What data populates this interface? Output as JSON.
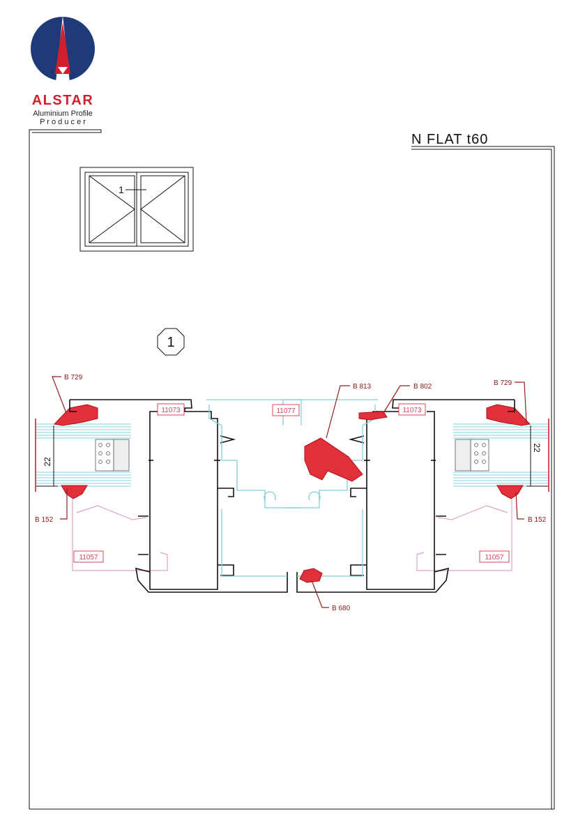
{
  "logo": {
    "brand": "ALSTAR",
    "tagline_1": "Aluminium Profile",
    "tagline_2": "P r o d u c e r",
    "colors": {
      "blue": "#1f3a78",
      "red": "#d21f2d"
    }
  },
  "title": "N FLAT t60",
  "elevation": {
    "section_ref": "1"
  },
  "section_marker": "1",
  "section": {
    "profile_codes": {
      "frame_left": "11073",
      "sash_center": "11077",
      "frame_right": "11073",
      "bead_left": "11057",
      "bead_right": "11057"
    },
    "gaskets": {
      "top_left": "B 729",
      "bottom_left": "B 152",
      "center_upper": "B 813",
      "center_top": "B 802",
      "top_right": "B 729",
      "bottom_right": "B 152",
      "center_bottom": "B 680"
    },
    "glass_dimension_left": "22",
    "glass_dimension_right": "22"
  },
  "colors": {
    "profile": "#111111",
    "sash": "#7fcfd8",
    "bead": "#d9a3c9",
    "gasket": "#e0303a",
    "label": "#8b1a1a"
  }
}
